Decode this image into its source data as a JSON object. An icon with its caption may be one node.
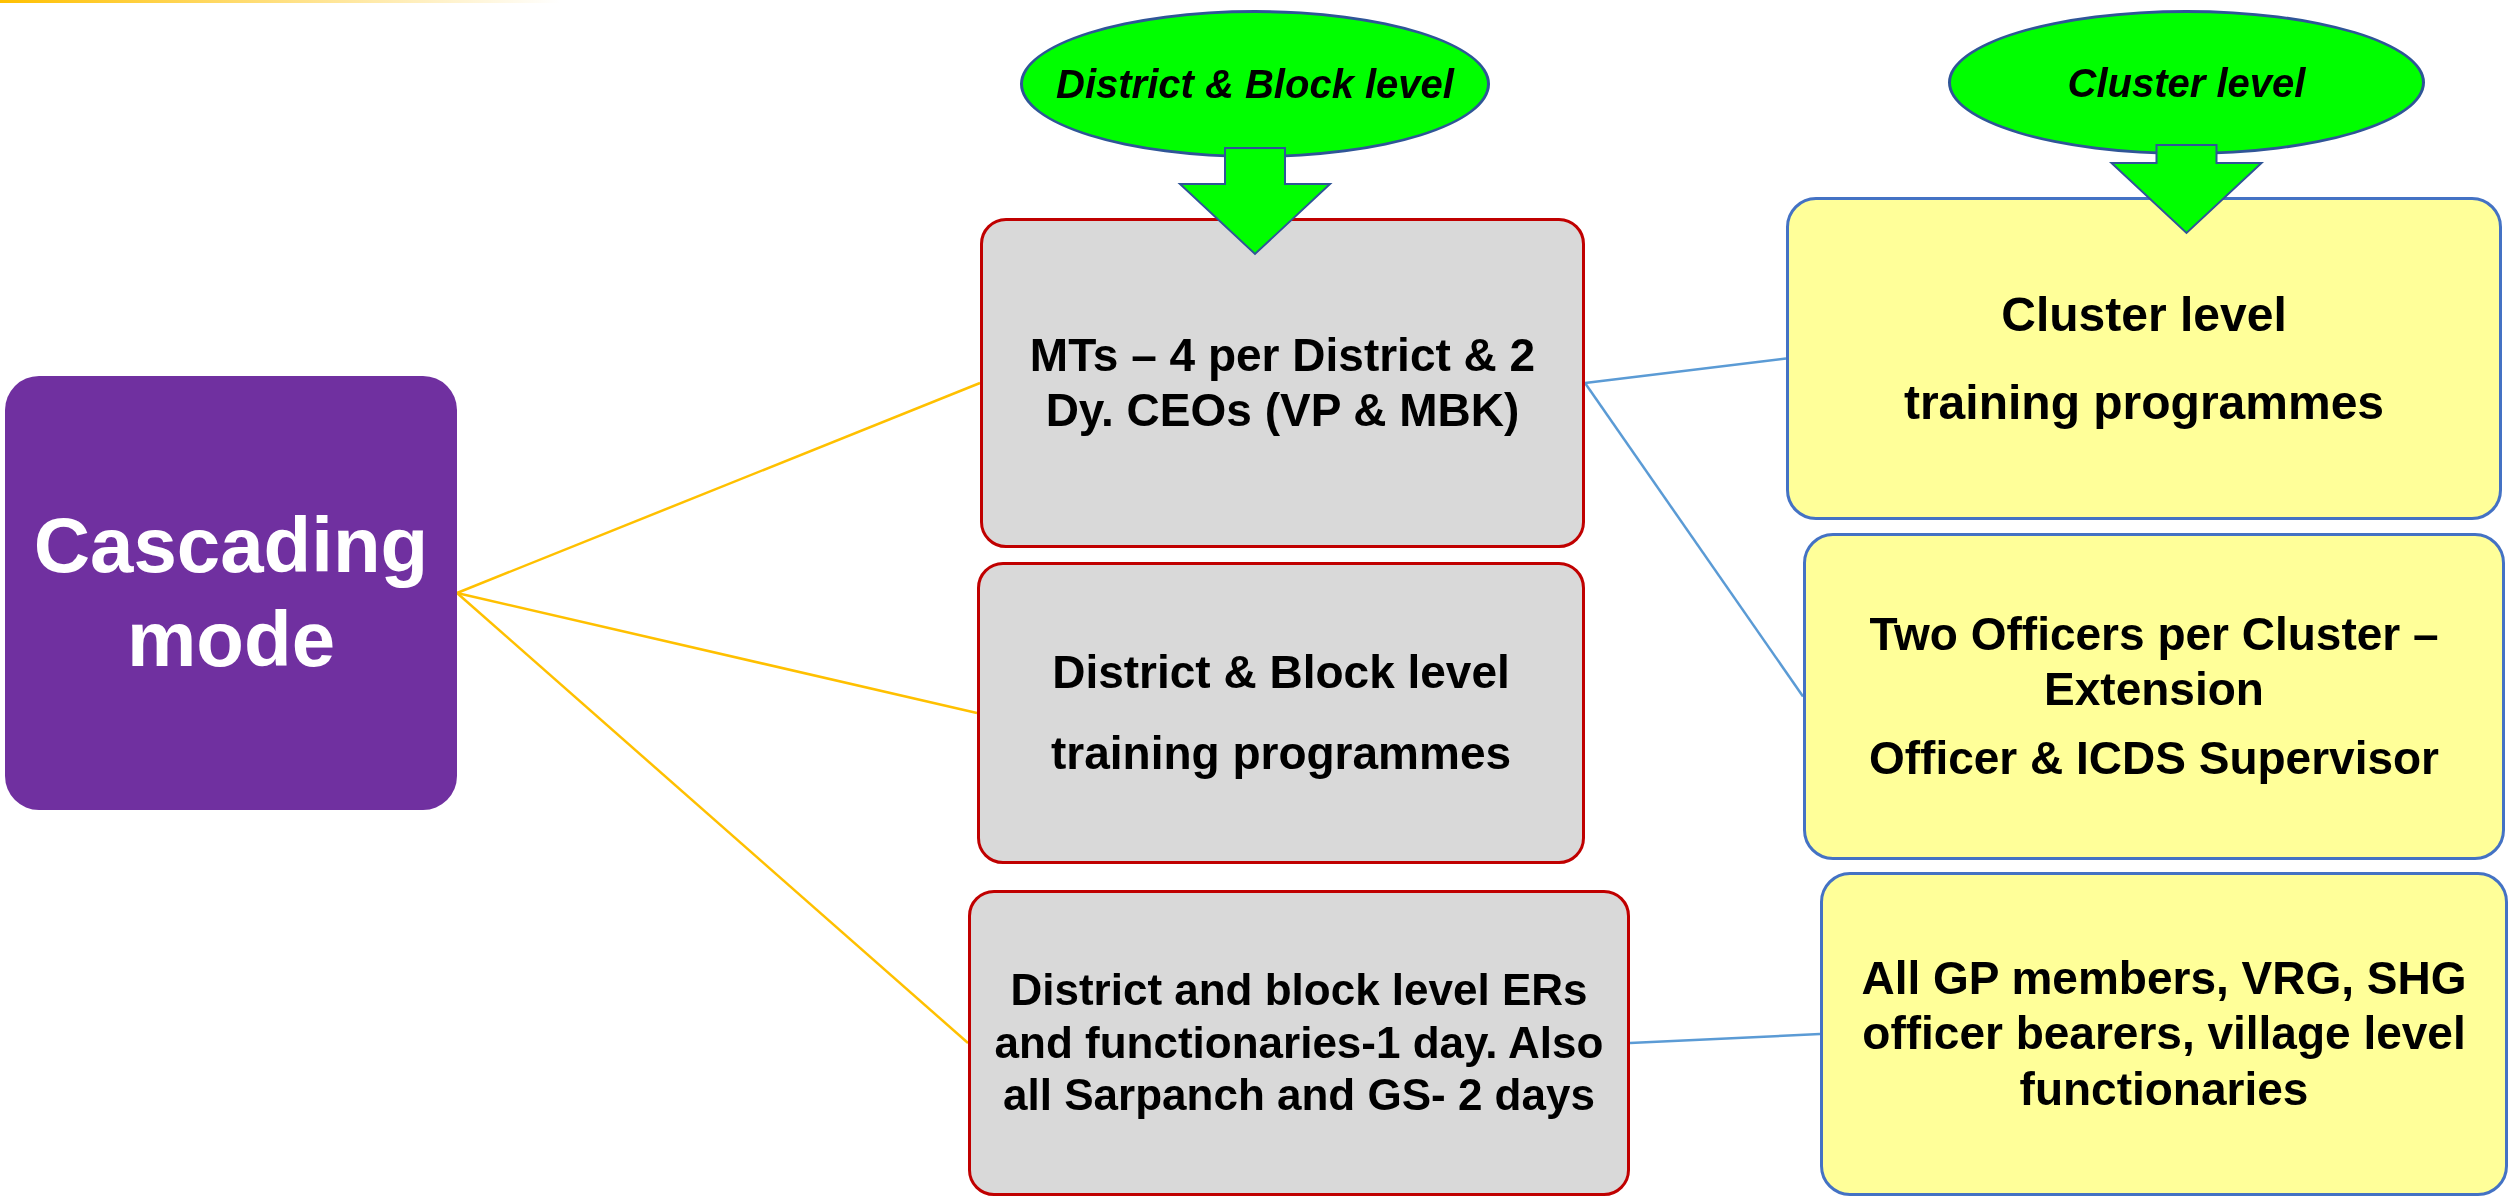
{
  "diagram": {
    "nodes": [
      {
        "text": [
          "Cascading mode"
        ]
      },
      {
        "text": [
          "MTs – 4 per District & 2 Dy. CEOs (VP & MBK)"
        ]
      },
      {
        "text": [
          "District & Block level",
          "training programmes"
        ]
      },
      {
        "text": [
          "District and block level ERs and functionaries-1 day. Also all Sarpanch and GS- 2 days"
        ]
      },
      {
        "text": [
          "Cluster level",
          "training programmes"
        ]
      },
      {
        "text": [
          "Two Officers per Cluster – Extension",
          "Officer & ICDS Supervisor"
        ]
      },
      {
        "text": [
          "All GP members, VRG, SHG officer bearers, village level functionaries"
        ]
      },
      {
        "text": [
          "District & Block level"
        ]
      },
      {
        "text": [
          "Cluster level"
        ]
      }
    ],
    "edges": [
      {
        "from": 0,
        "to": 1,
        "arrow": "none",
        "color": "#ffc000"
      },
      {
        "from": 0,
        "to": 2,
        "arrow": "none",
        "color": "#ffc000"
      },
      {
        "from": 0,
        "to": 3,
        "arrow": "none",
        "color": "#ffc000"
      },
      {
        "from": 1,
        "to": 4,
        "arrow": "none",
        "color": "#5b9bd5"
      },
      {
        "from": 1,
        "to": 5,
        "arrow": "none",
        "color": "#5b9bd5"
      },
      {
        "from": 3,
        "to": 6,
        "arrow": "none",
        "color": "#5b9bd5"
      },
      {
        "from": 7,
        "to": 1,
        "arrow": "to",
        "style": "thick",
        "color": "#00ff00"
      },
      {
        "from": 8,
        "to": 4,
        "arrow": "to",
        "style": "thick",
        "color": "#00ff00"
      }
    ]
  }
}
